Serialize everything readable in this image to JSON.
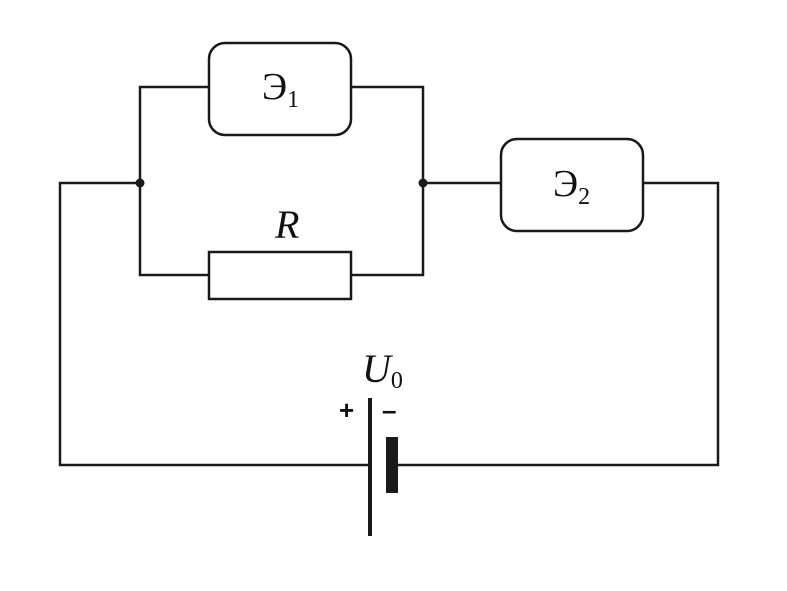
{
  "components": {
    "element1": {
      "symbol": "Э",
      "subscript": "1"
    },
    "element2": {
      "symbol": "Э",
      "subscript": "2"
    },
    "resistor": {
      "label": "R"
    },
    "source": {
      "symbol": "U",
      "subscript": "0",
      "plus": "+",
      "minus": "–"
    }
  }
}
